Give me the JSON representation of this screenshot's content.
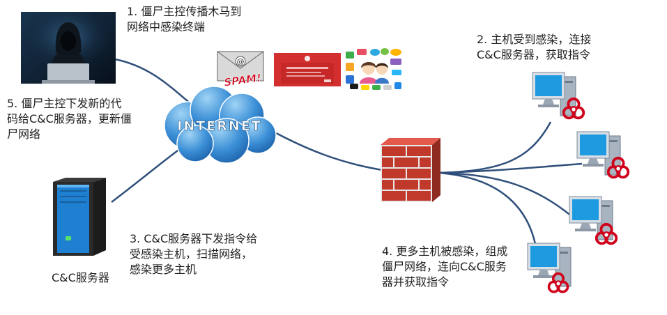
{
  "steps": [
    {
      "text": "1. 僵尸主控传播木马到\n网络中感染终端"
    },
    {
      "text": "2. 主机受到感染，连接\nC&C服务器，获取指令"
    },
    {
      "text": "3. C&C服务器下发指令给\n受感染主机，扫描网络，\n感染更多主机"
    },
    {
      "text": "4. 更多主机被感染，组成\n僵尸网络，连向C&C服务\n器并获取指令"
    },
    {
      "text": "5. 僵尸主控下发新的代\n码给C&C服务器，更新僵\n尸网络"
    }
  ],
  "internet_label": "INTERNET",
  "server_label": "C&C服务器",
  "spam_label": "SPAM!",
  "email_symbol": "@",
  "colors": {
    "line": "#2f4f7a",
    "cloud_dark": "#1f6fb8",
    "cloud_light": "#9fd3f5",
    "brick": "#c0392b",
    "mortar": "#e8e8e8",
    "biohazard": "#d0021b",
    "screen": "#1e9be0"
  }
}
